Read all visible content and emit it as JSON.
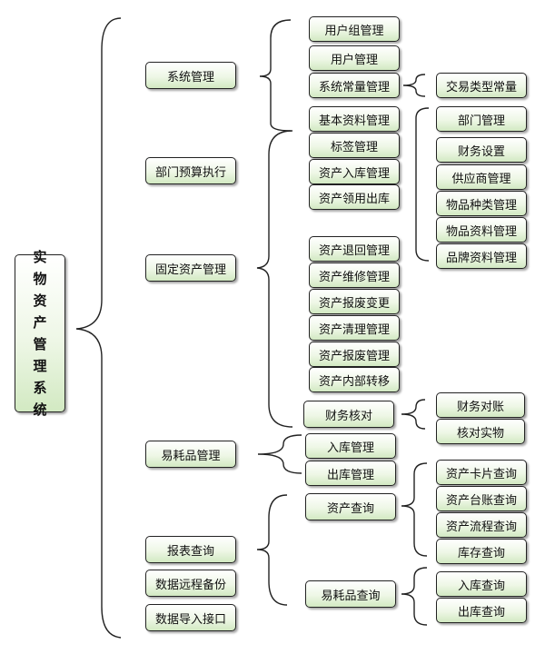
{
  "root": {
    "chars": [
      "实",
      "物",
      "资",
      "产",
      "管",
      "理",
      "系",
      "统"
    ]
  },
  "level1": {
    "system_mgmt": "系统管理",
    "dept_budget": "部门预算执行",
    "fixed_asset": "固定资产管理",
    "consumable": "易耗品管理",
    "report_query": "报表查询",
    "data_backup": "数据远程备份",
    "data_import": "数据导入接口"
  },
  "level2": {
    "user_group": "用户组管理",
    "user": "用户管理",
    "sys_const": "系统常量管理",
    "basic_info": "基本资料管理",
    "label": "标签管理",
    "asset_in": "资产入库管理",
    "asset_out": "资产领用出库",
    "asset_return": "资产退回管理",
    "asset_repair": "资产维修管理",
    "asset_scrap_change": "资产报废变更",
    "asset_clean": "资产清理管理",
    "asset_scrap": "资产报废管理",
    "asset_transfer": "资产内部转移",
    "finance_check": "财务核对",
    "stock_in": "入库管理",
    "stock_out": "出库管理",
    "asset_query": "资产查询",
    "consumable_query": "易耗品查询"
  },
  "level3": {
    "trade_const": "交易类型常量",
    "dept": "部门管理",
    "finance_setup": "财务设置",
    "supplier": "供应商管理",
    "item_type": "物品种类管理",
    "item_info": "物品资料管理",
    "brand_info": "品牌资料管理",
    "finance_recon": "财务对账",
    "check_item": "核对实物",
    "asset_card": "资产卡片查询",
    "asset_ledger": "资产台账查询",
    "asset_flow": "资产流程查询",
    "inventory": "库存查询",
    "in_query": "入库查询",
    "out_query": "出库查询"
  }
}
